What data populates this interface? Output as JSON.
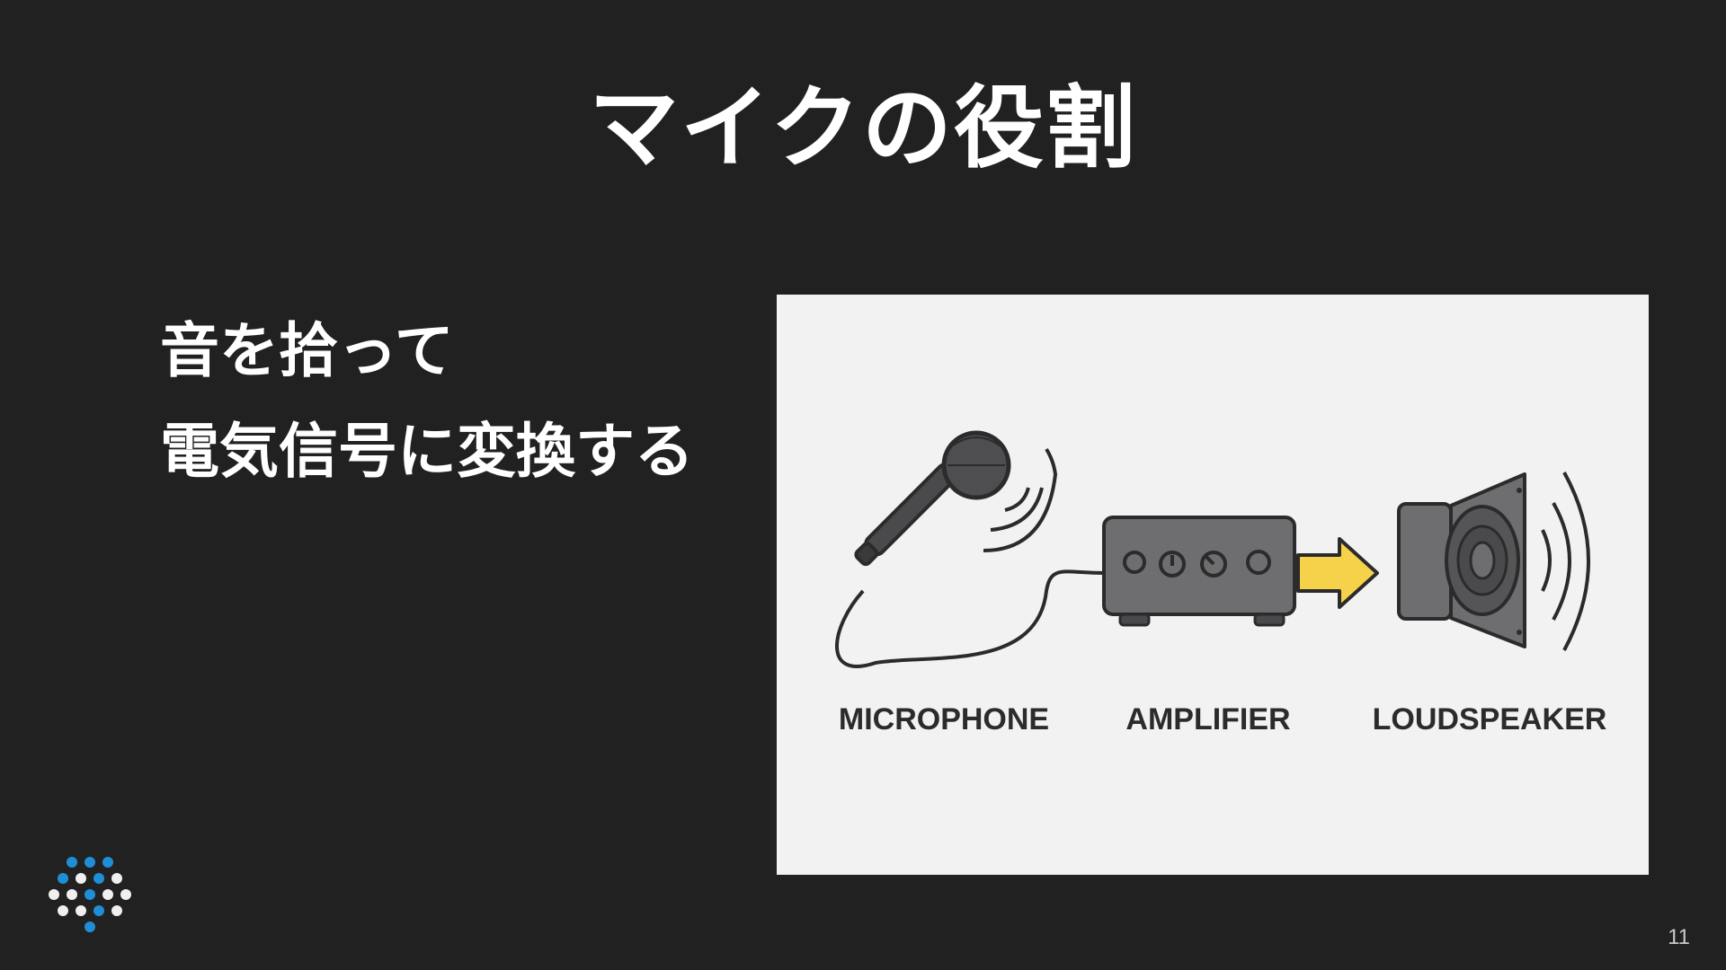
{
  "slide": {
    "title": "マイクの役割",
    "lines": [
      "音を拾って",
      "電気信号に変換する"
    ],
    "page_number": "11"
  },
  "figure": {
    "labels": {
      "microphone": "MICROPHONE",
      "amplifier": "AMPLIFIER",
      "loudspeaker": "LOUDSPEAKER"
    },
    "colors": {
      "background": "#f2f2f2",
      "device_fill": "#6e6e70",
      "outline": "#2b2b2b",
      "arrow": "#f5d24a"
    }
  },
  "logo": {
    "icon": "dot-grid-logo-icon",
    "colors": {
      "accent": "#1e8fd6",
      "light": "#f0f0f0"
    }
  }
}
